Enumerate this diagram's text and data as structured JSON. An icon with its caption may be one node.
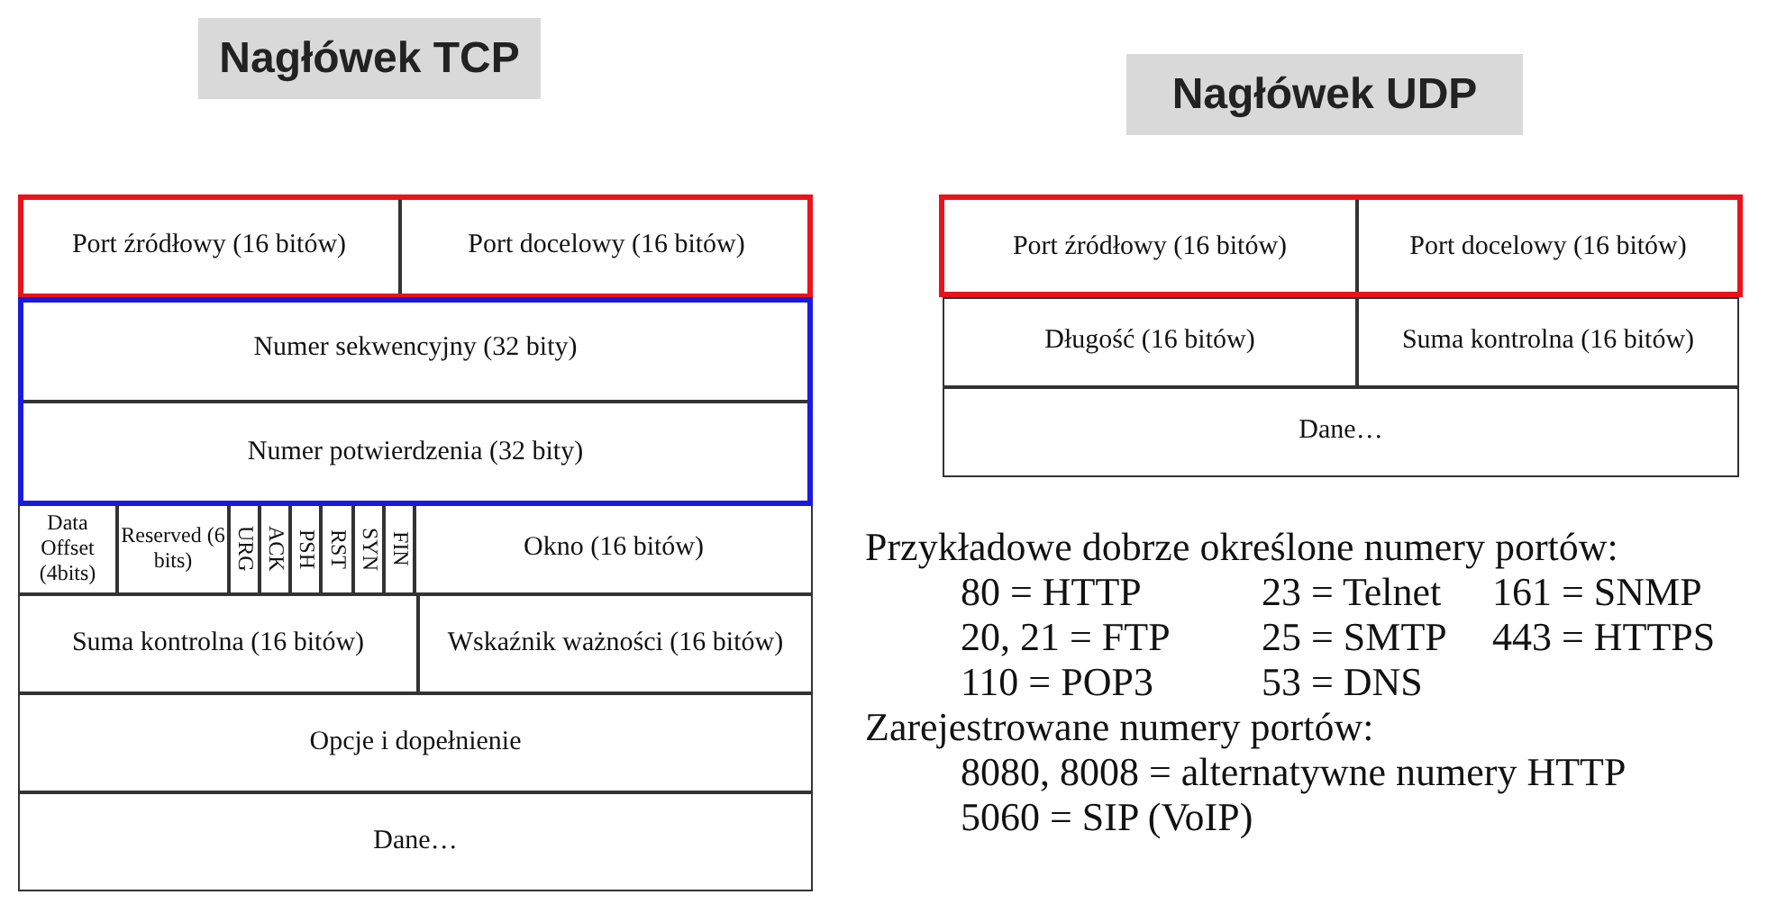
{
  "diagram": {
    "nodes": [
      {
        "text": [
          "Nagłówek TCP"
        ]
      },
      {
        "text": [
          "Nagłówek UDP"
        ]
      },
      {
        "text": [],
        "shape": "box"
      },
      {
        "text": [
          "Port źródłowy (16 bitów)"
        ],
        "in": 2
      },
      {
        "text": [
          "Port docelowy (16 bitów)"
        ],
        "in": 2
      },
      {
        "text": [],
        "shape": "box"
      },
      {
        "text": [
          "Numer sekwencyjny (32 bity)"
        ],
        "in": 5
      },
      {
        "text": [
          "Numer potwierdzenia (32 bity)"
        ],
        "in": 5
      },
      {
        "text": [
          "Data Offset (4bits)"
        ]
      },
      {
        "text": [
          "Reserved (6 bits)"
        ]
      },
      {
        "text": [
          "URG"
        ]
      },
      {
        "text": [
          "ACK"
        ]
      },
      {
        "text": [
          "PSH"
        ]
      },
      {
        "text": [
          "RST"
        ]
      },
      {
        "text": [
          "SYN"
        ]
      },
      {
        "text": [
          "FIN"
        ]
      },
      {
        "text": [
          "Okno (16 bitów)"
        ]
      },
      {
        "text": [
          "Suma kontrolna (16 bitów)"
        ]
      },
      {
        "text": [
          "Wskaźnik ważności (16 bitów)"
        ]
      },
      {
        "text": [
          "Opcje i dopełnienie"
        ]
      },
      {
        "text": [
          "Dane…"
        ]
      },
      {
        "text": [],
        "shape": "box"
      },
      {
        "text": [
          "Port źródłowy (16 bitów)"
        ],
        "in": 21
      },
      {
        "text": [
          "Port docelowy (16 bitów)"
        ],
        "in": 21
      },
      {
        "text": [
          "Długość (16 bitów)"
        ]
      },
      {
        "text": [
          "Suma kontrolna (16 bitów)"
        ]
      },
      {
        "text": [
          "Dane…"
        ]
      }
    ],
    "labels": [
      "Przykładowe dobrze określone numery portów:",
      "80 = HTTP",
      "23 = Telnet",
      "161 = SNMP",
      "20, 21 = FTP",
      "25 = SMTP",
      "443 = HTTPS",
      "110 = POP3",
      "53 = DNS",
      "Zarejestrowane numery portów:",
      "8080, 8008 = alternatywne numery HTTP",
      "5060 = SIP (VoIP)"
    ]
  }
}
